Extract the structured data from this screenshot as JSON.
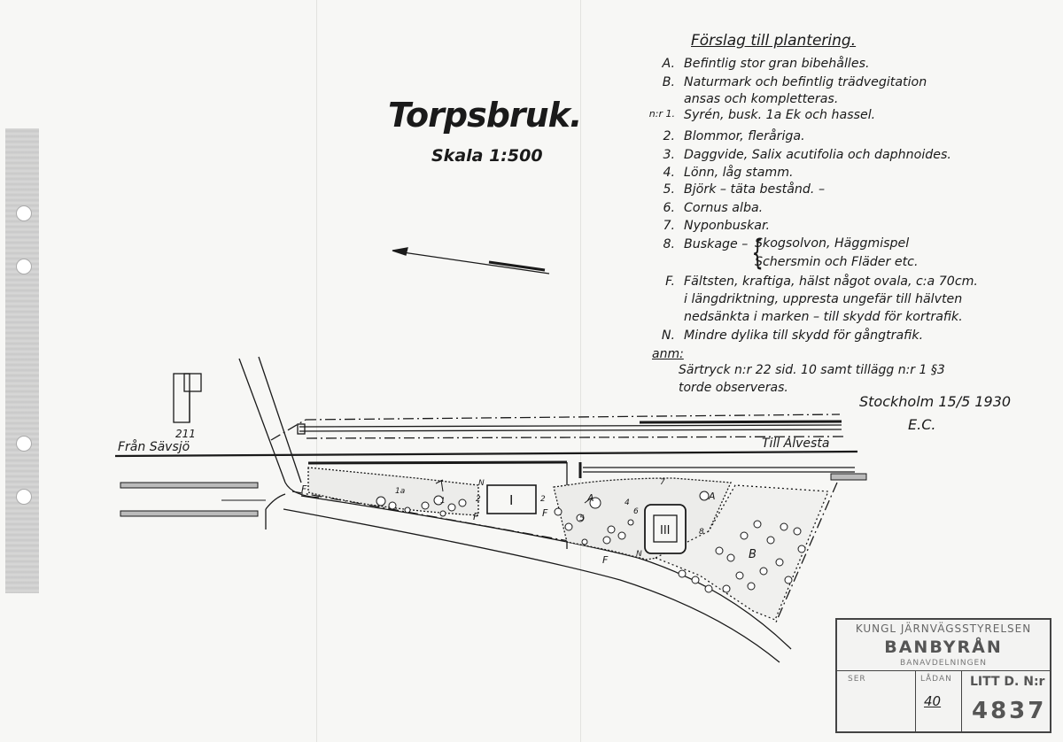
{
  "title": "Torpsbruk.",
  "scale": "Skala 1:500",
  "legend": {
    "heading": "Förslag till plantering.",
    "items": [
      {
        "key": "A.",
        "text": "Befintlig stor gran bibehålles."
      },
      {
        "key": "B.",
        "text": "Naturmark och befintlig trädvegitation"
      },
      {
        "key": "",
        "text": "ansas och kompletteras."
      },
      {
        "key": "n:r 1.",
        "text": "Syrén, busk. 1a Ek och hassel."
      },
      {
        "key": "2.",
        "text": "Blommor, fleråriga."
      },
      {
        "key": "3.",
        "text": "Daggvide, Salix acutifolia och daphnoides."
      },
      {
        "key": "4.",
        "text": "Lönn, låg stamm."
      },
      {
        "key": "5.",
        "text": "Björk – täta bestånd. –"
      },
      {
        "key": "6.",
        "text": "Cornus alba."
      },
      {
        "key": "7.",
        "text": "Nyponbuskar."
      },
      {
        "key": "8.",
        "text": "Buskage –"
      },
      {
        "key": "F.",
        "text": "Fältsten, kraftiga, hälst något ovala, c:a 70cm."
      },
      {
        "key": "",
        "text": "i längdriktning, uppresta ungefär till hälvten"
      },
      {
        "key": "",
        "text": "nedsänkta i marken – till skydd för kortrafik."
      },
      {
        "key": "N.",
        "text": "Mindre dylika till skydd för gångtrafik."
      }
    ],
    "buskage_options": [
      "Skogsolvon, Häggmispel",
      "Schersmin och Fläder etc."
    ]
  },
  "note": {
    "label": "anm:",
    "lines": [
      "Särtryck n:r 22 sid. 10 samt tillägg n:r 1 §3",
      "torde observeras."
    ]
  },
  "place_date": "Stockholm 15/5 1930",
  "signature": "E.C.",
  "map_labels": {
    "from": "Från Sävsjö",
    "to": "Till Alvesta",
    "building_no": "211",
    "area_I": "I",
    "area_III": "III",
    "area_B": "B",
    "mark_A": "A",
    "mark_F": "F",
    "mark_N": "N",
    "plant_1": "1",
    "plant_1a": "1a",
    "plant_2": "2",
    "plant_4": "4",
    "plant_5": "5",
    "plant_6": "6",
    "plant_7": "7",
    "plant_8": "8"
  },
  "stamp": {
    "line1": "KUNGL JÄRNVÄGSSTYRELSEN",
    "line2": "BANBYRÅN",
    "line3": "BANAVDELNINGEN",
    "col1": "SER",
    "col2": "LÅDAN",
    "col3": "LITT D. N:r",
    "ladan": "40",
    "number": "4837"
  },
  "colors": {
    "ink": "#1a1a1a",
    "paper": "#f7f7f5",
    "stamp": "#444444"
  }
}
